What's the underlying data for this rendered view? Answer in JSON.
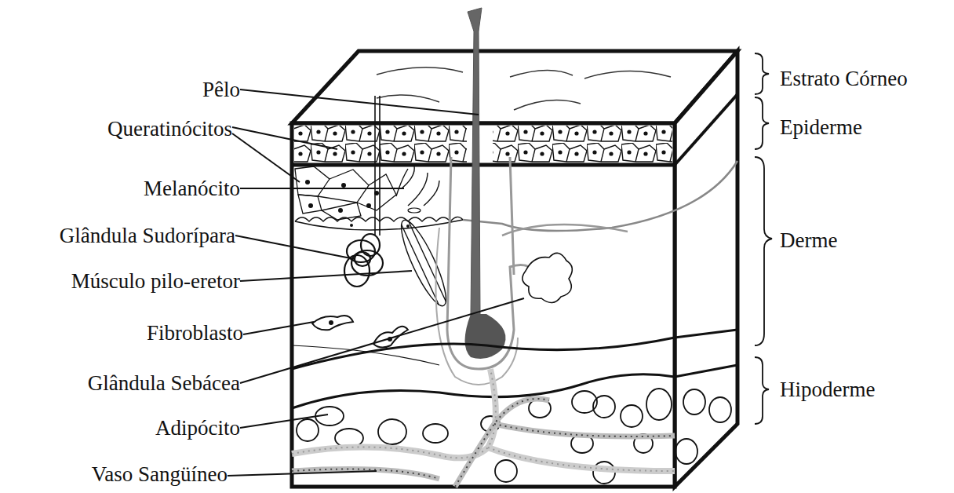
{
  "diagram": {
    "labels": [
      "Pêlo",
      "Queratinócitos",
      "Melanócito",
      "Glândula Sudorípara",
      "Músculo pilo-eretor",
      "Fibroblasto",
      "Glândula Sebácea",
      "Adipócito",
      "Vaso Sangüíneo",
      "Estrato Córneo",
      "Epiderme",
      "Derme",
      "Hipoderme"
    ]
  }
}
